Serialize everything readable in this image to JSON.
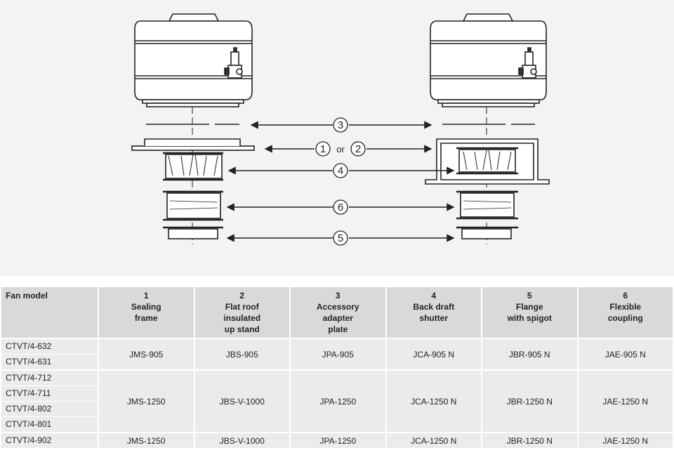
{
  "diagram": {
    "callouts": {
      "c1": "1",
      "c2": "2",
      "c3": "3",
      "c4": "4",
      "c5": "5",
      "c6": "6",
      "or_text": "or"
    }
  },
  "table": {
    "headers": {
      "model": "Fan model",
      "col1": {
        "num": "1",
        "l1": "Sealing",
        "l2": "frame",
        "l3": ""
      },
      "col2": {
        "num": "2",
        "l1": "Flat roof",
        "l2": "insulated",
        "l3": "up stand"
      },
      "col3": {
        "num": "3",
        "l1": "Accessory",
        "l2": "adapter",
        "l3": "plate"
      },
      "col4": {
        "num": "4",
        "l1": "Back draft",
        "l2": "shutter",
        "l3": ""
      },
      "col5": {
        "num": "5",
        "l1": "Flange",
        "l2": "with spigot",
        "l3": ""
      },
      "col6": {
        "num": "6",
        "l1": "Flexible",
        "l2": "coupling",
        "l3": ""
      }
    },
    "groups": [
      {
        "models": [
          "CTVT/4-632",
          "CTVT/4-631"
        ],
        "cells": [
          "JMS-905",
          "JBS-905",
          "JPA-905",
          "JCA-905 N",
          "JBR-905 N",
          "JAE-905 N"
        ]
      },
      {
        "models": [
          "CTVT/4-712",
          "CTVT/4-711",
          "CTVT/4-802",
          "CTVT/4-801"
        ],
        "cells": [
          "JMS-1250",
          "JBS-V-1000",
          "JPA-1250",
          "JCA-1250 N",
          "JBR-1250 N",
          "JAE-1250 N"
        ]
      },
      {
        "models": [
          "CTVT/4-902"
        ],
        "cells": [
          "JMS-1250",
          "JBS-V-1000",
          "JPA-1250",
          "JCA-1250 N",
          "JBR-1250 N",
          "JAE-1250 N"
        ]
      }
    ]
  }
}
